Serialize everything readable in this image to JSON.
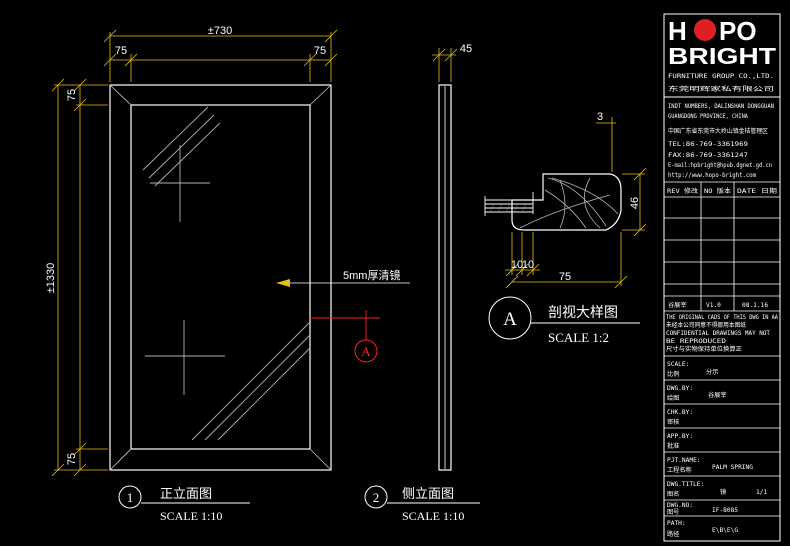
{
  "colors": {
    "background": "#000000",
    "line": "#ffffff",
    "dimension": "#e8c010",
    "mirror_pattern": "#b0b0b0",
    "leader": "#ff2020",
    "logo_dot": "#e02020"
  },
  "front_view": {
    "dim_width": "±730",
    "dim_left": "75",
    "dim_right": "75",
    "dim_height": "±1330",
    "dim_top": "75",
    "dim_bottom": "75",
    "glass_note": "5mm厚清镜",
    "section_marker": "A",
    "caption_number": "1",
    "caption_title": "正立面图",
    "caption_scale": "SCALE 1:10"
  },
  "side_view": {
    "dim_thickness": "45",
    "caption_number": "2",
    "caption_title": "侧立面图",
    "caption_scale": "SCALE 1:10"
  },
  "section": {
    "dim_rebate": "3",
    "dim_height": "46",
    "dim_a": "10",
    "dim_b": "10",
    "dim_width": "75",
    "caption_number": "A",
    "caption_title": "剖视大样图",
    "caption_scale": "SCALE 1:2"
  },
  "title_block": {
    "logo_top_left": "H",
    "logo_top_right": "PO",
    "logo_bottom": "BRIGHT",
    "company_en": "FURNITURE GROUP CO.,LTD.",
    "company_cn": "东莞明辉家私有限公司",
    "address_lines": [
      "INDT NUMBERS, DALINSHAN DONGGUAN",
      "GUANGDONG PROVINCE, CHINA",
      "中国广东省东莞市大岭山镇金桔管理区",
      "TEL:86-769-3361969",
      "FAX:86-769-3361247",
      "E-mail:hpbright@hpub.dgnet.gd.cn",
      "http://www.hopo-bright.com"
    ],
    "revision_headers": [
      "REV 修改",
      "NO 版本",
      "DATE 日期"
    ],
    "revision_row": {
      "by": "谷展宰",
      "version": "V1.0",
      "date": "08.1.16"
    },
    "notice_lines": [
      "THE ORIGINAL CADS OF THIS DWG IN AA",
      "未经本公司同意不得挪用本图纸",
      "CONFIDENTIAL DRAWINGS MAY NOT",
      "BE REPRODUCED",
      "尺寸与实物保持单位换算正"
    ],
    "scale_label_en": "SCALE:",
    "scale_label_cn": "比例",
    "scale_value": "分示",
    "drawn_label_en": "DWG.BY:",
    "drawn_label_cn": "绘图",
    "drawn_value": "谷展宰",
    "checked_label_en": "CHK.BY:",
    "checked_label_cn": "审核",
    "approved_label_en": "APP.BY:",
    "approved_label_cn": "批准",
    "project_label_en": "PJT.NAME:",
    "project_label_cn": "工程名称",
    "project_value": "PALM SPRING",
    "dwg_title_label_en": "DWG.TITLE:",
    "dwg_title_label_cn": "图名",
    "dwg_title_value": "镜",
    "sheet_value": "1/1",
    "dwg_no_label_en": "DWG.NO:",
    "dwg_no_label_cn": "图号",
    "dwg_no_value": "IF-8085",
    "path_label_en": "PATH:",
    "path_label_cn": "路径",
    "path_value": "E\\B\\E\\G"
  }
}
